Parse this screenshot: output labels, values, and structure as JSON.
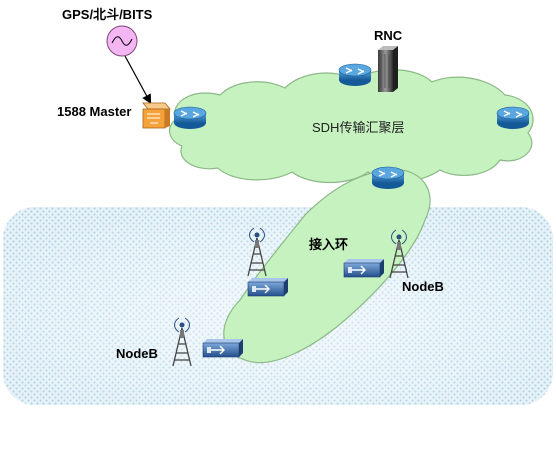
{
  "diagram": {
    "labels": {
      "gps": "GPS/北斗/BITS",
      "rnc": "RNC",
      "master": "1588 Master",
      "sdh": "SDH传输汇聚层",
      "access_ring": "接入环",
      "nodeb_right": "NodeB",
      "nodeb_left": "NodeB"
    },
    "colors": {
      "cloud_fill": "#c6f2c0",
      "cloud_stroke": "#8cb888",
      "access_area": "#d6e9f4",
      "router_blue": "#1e73b8",
      "clock_source": "#f3b6f3",
      "master_switch": "#f4a23a",
      "nodeb_device": "#2f64a8"
    },
    "icons": {
      "clock_source": "sine-wave-clock-icon",
      "master": "switch-icon",
      "router": "router-icon",
      "rnc": "server-icon",
      "tower": "antenna-tower-icon",
      "nodeb_device": "transmission-device-icon"
    }
  }
}
